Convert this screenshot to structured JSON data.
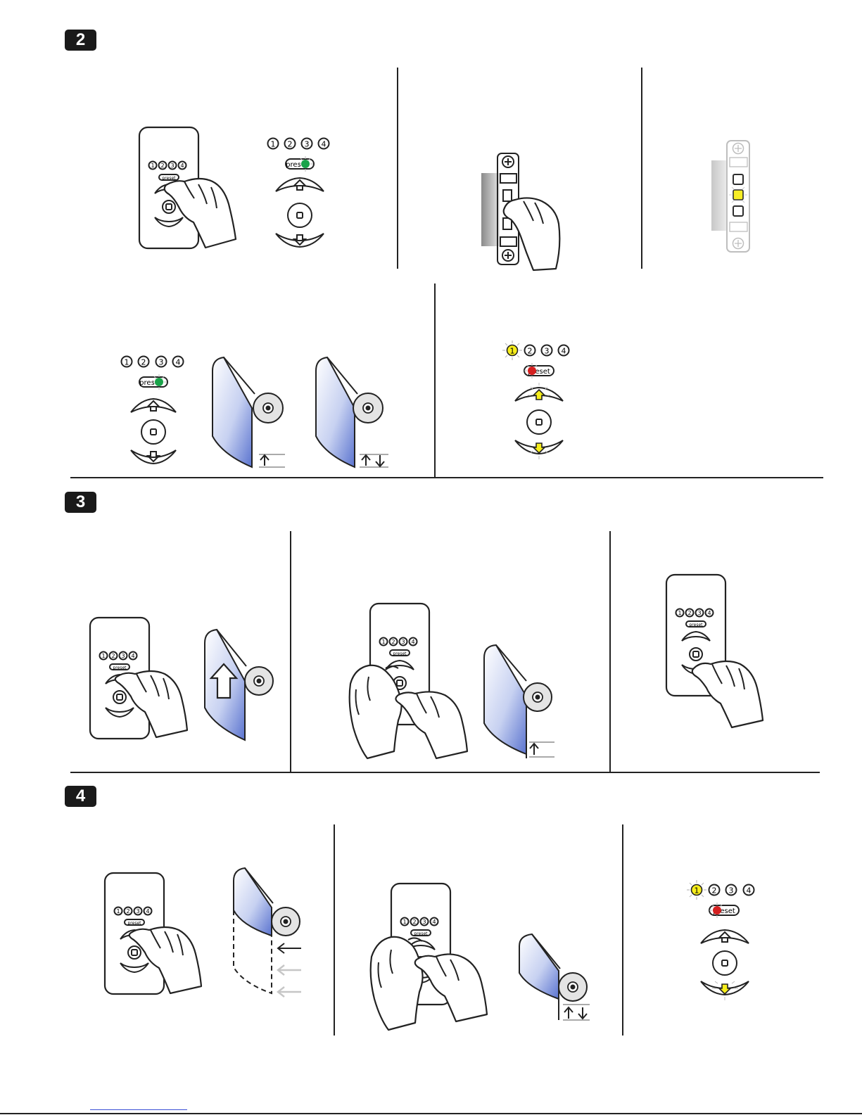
{
  "steps": [
    {
      "number": "2"
    },
    {
      "number": "3"
    },
    {
      "number": "4"
    }
  ],
  "remote": {
    "channels": [
      "1",
      "2",
      "3",
      "4"
    ],
    "preset_label": "preset"
  },
  "colors": {
    "led_green": "#1aa34a",
    "led_red": "#d42020",
    "highlight_yellow": "#f7ee1a",
    "shade_blue": "#6f86d6",
    "frame": "#222222"
  },
  "icons": [
    "remote-icon",
    "hand-icon",
    "roller-shade-icon",
    "up-arrow-icon",
    "down-arrow-icon",
    "stop-icon",
    "motor-bracket-icon"
  ]
}
